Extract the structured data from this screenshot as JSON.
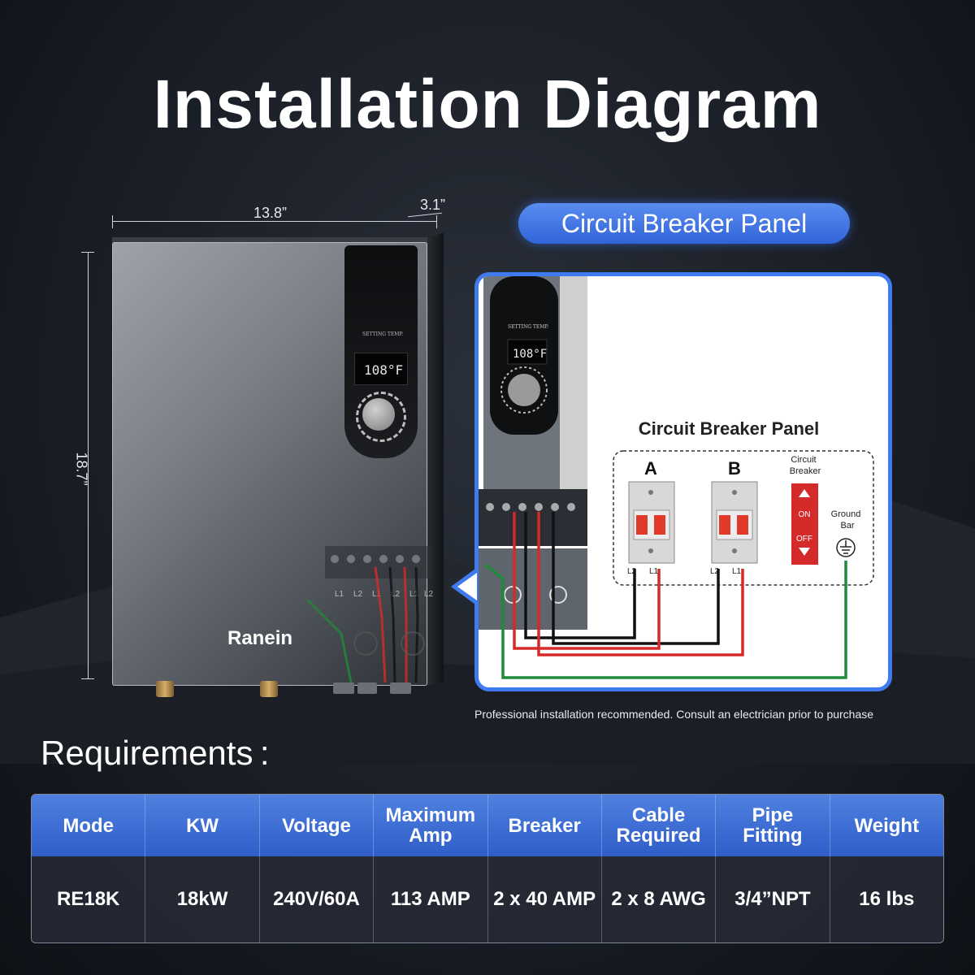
{
  "title": "Installation Diagram",
  "dimensions": {
    "width": "13.8”",
    "depth": "3.1”",
    "height": "18.7”"
  },
  "heater": {
    "brand": "Ranein",
    "panel_text": "SETTING TEMP.",
    "display_value": "108°F",
    "terminal_labels": [
      "L1",
      "L2",
      "L1",
      "L2",
      "L1",
      "L2"
    ]
  },
  "circuit_panel": {
    "pill_label": "Circuit Breaker Panel",
    "heading": "Circuit Breaker Panel",
    "breaker_a": "A",
    "breaker_b": "B",
    "breaker_switch_label": "Circuit\nBreaker",
    "on_label": "ON",
    "off_label": "OFF",
    "ground_label": "Ground\nBar",
    "pole_labels": [
      "L2",
      "L1"
    ],
    "wire_colors": {
      "hot_red": "#d62a2a",
      "hot_black": "#111111",
      "ground": "#1f8a3a"
    }
  },
  "note": "Professional installation recommended. Consult an electrician prior to purchase",
  "requirements": {
    "title": "Requirements :",
    "headers": [
      "Mode",
      "KW",
      "Voltage",
      "Maximum\nAmp",
      "Breaker",
      "Cable\nRequired",
      "Pipe\nFitting",
      "Weight"
    ],
    "values": [
      "RE18K",
      "18kW",
      "240V/60A",
      "113 AMP",
      "2 x 40 AMP",
      "2 x 8 AWG",
      "3/4”NPT",
      "16 lbs"
    ]
  },
  "colors": {
    "accent": "#3f7aef",
    "header_blue": "#3f6fd6"
  }
}
